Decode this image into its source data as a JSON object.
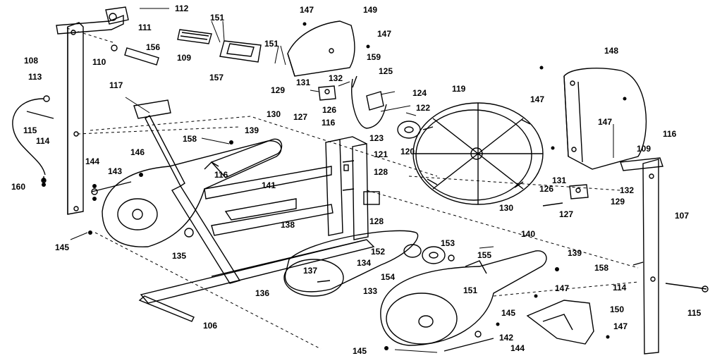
{
  "labels": {
    "p106": "106",
    "p107": "107",
    "p108": "108",
    "p109a": "109",
    "p109b": "109",
    "p110": "110",
    "p111": "111",
    "p112": "112",
    "p113": "113",
    "p114a": "114",
    "p114b": "114",
    "p115a": "115",
    "p115b": "115",
    "p116a": "116",
    "p116b": "116",
    "p116c": "116",
    "p117": "117",
    "p119": "119",
    "p120": "120",
    "p121": "121",
    "p122": "122",
    "p123": "123",
    "p124": "124",
    "p125": "125",
    "p126a": "126",
    "p126b": "126",
    "p127a": "127",
    "p127b": "127",
    "p128a": "128",
    "p128b": "128",
    "p129a": "129",
    "p129b": "129",
    "p130a": "130",
    "p130b": "130",
    "p131a": "131",
    "p131b": "131",
    "p132a": "132",
    "p132b": "132",
    "p133": "133",
    "p134": "134",
    "p135": "135",
    "p136": "136",
    "p137": "137",
    "p138": "138",
    "p139a": "139",
    "p139b": "139",
    "p140": "140",
    "p141": "141",
    "p142": "142",
    "p143": "143",
    "p144a": "144",
    "p144b": "144",
    "p145a": "145",
    "p145b": "145",
    "p145c": "145",
    "p146": "146",
    "p147a": "147",
    "p147b": "147",
    "p147c": "147",
    "p147d": "147",
    "p147e": "147",
    "p147f": "147",
    "p148": "148",
    "p149": "149",
    "p150": "150",
    "p151a": "151",
    "p151b": "151",
    "p151c": "151",
    "p152": "152",
    "p153": "153",
    "p154": "154",
    "p155": "155",
    "p156": "156",
    "p157": "157",
    "p158a": "158",
    "p158b": "158",
    "p159": "159",
    "p160": "160"
  },
  "colors": {
    "ink": "#000000",
    "paper": "#ffffff",
    "shade": "#d9d9d9"
  }
}
